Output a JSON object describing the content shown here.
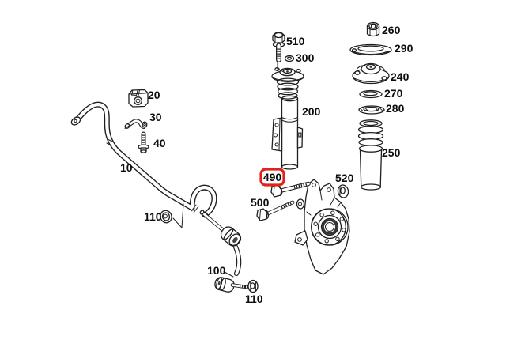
{
  "diagram": {
    "background_color": "#ffffff",
    "line_color": "#1f1f1f",
    "highlight_color": "#e2231a",
    "highlighted_label": "490"
  },
  "labels": {
    "l10": "10",
    "l20": "20",
    "l30": "30",
    "l40": "40",
    "l100": "100",
    "l110a": "110",
    "l110b": "110",
    "l200": "200",
    "l240": "240",
    "l250": "250",
    "l260": "260",
    "l270": "270",
    "l280": "280",
    "l290": "290",
    "l300": "300",
    "l490": "490",
    "l500": "500",
    "l510": "510",
    "l520": "520"
  }
}
